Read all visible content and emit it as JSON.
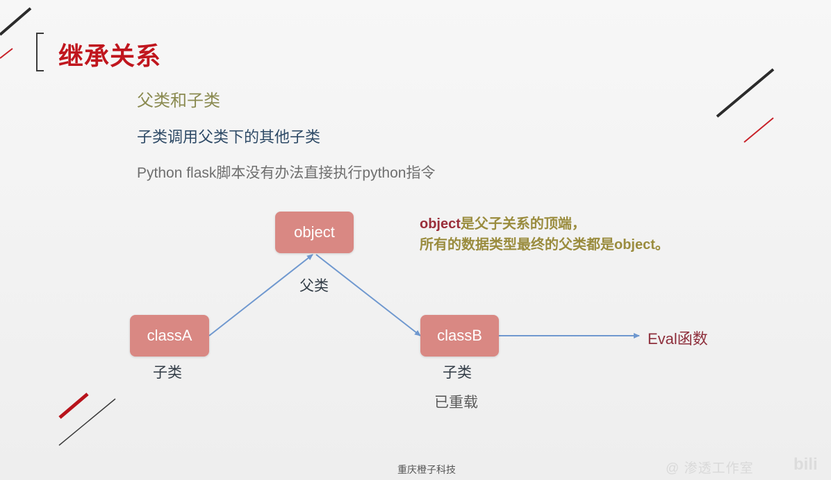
{
  "slide": {
    "title": "继承关系",
    "subtitle_1": "父类和子类",
    "subtitle_2": "子类调用父类下的其他子类",
    "subtitle_3": "Python flask脚本没有办法直接执行python指令"
  },
  "diagram": {
    "nodes": {
      "object": "object",
      "classA": "classA",
      "classB": "classB"
    },
    "labels": {
      "parent": "父类",
      "child_a": "子类",
      "child_b": "子类",
      "overridden": "已重载",
      "eval": "Eval函数"
    },
    "note": {
      "line1_keyword": "object",
      "line1_text": "是父子关系的顶端，",
      "line2_text": "所有的数据类型最终的父类都是",
      "line2_keyword": "object",
      "line2_end": "。"
    },
    "colors": {
      "node_fill": "#d98883",
      "arrow": "#6f98cf",
      "title": "#c0161e",
      "note_keyword": "#9a2e3a",
      "note_text": "#9a8c3e"
    }
  },
  "footer": {
    "company": "重庆橙子科技"
  },
  "watermark": {
    "text": "@ 渗透工作室",
    "logo": "bili"
  }
}
